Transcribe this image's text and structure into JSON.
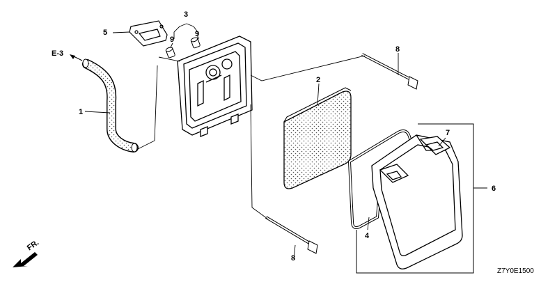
{
  "diagram": {
    "reference_label": "E-3",
    "front_label": "FR.",
    "drawing_code": "Z7Y0E1500",
    "callouts": {
      "c1": "1",
      "c2": "2",
      "c3": "3",
      "c4": "4",
      "c5": "5",
      "c6": "6",
      "c7": "7",
      "c8a": "8",
      "c8b": "8",
      "c9a": "9",
      "c9b": "9"
    },
    "parts": [
      {
        "callout": "1",
        "icon": "breather-tube"
      },
      {
        "callout": "2",
        "icon": "air-cleaner-element"
      },
      {
        "callout": "3",
        "icon": "collar-set"
      },
      {
        "callout": "4",
        "icon": "cover-packing"
      },
      {
        "callout": "5",
        "icon": "gasket"
      },
      {
        "callout": "6",
        "icon": "air-cleaner-cover"
      },
      {
        "callout": "7",
        "icon": "cover-tab"
      },
      {
        "callout": "8",
        "icon": "bolt"
      },
      {
        "callout": "9",
        "icon": "collar"
      }
    ]
  }
}
